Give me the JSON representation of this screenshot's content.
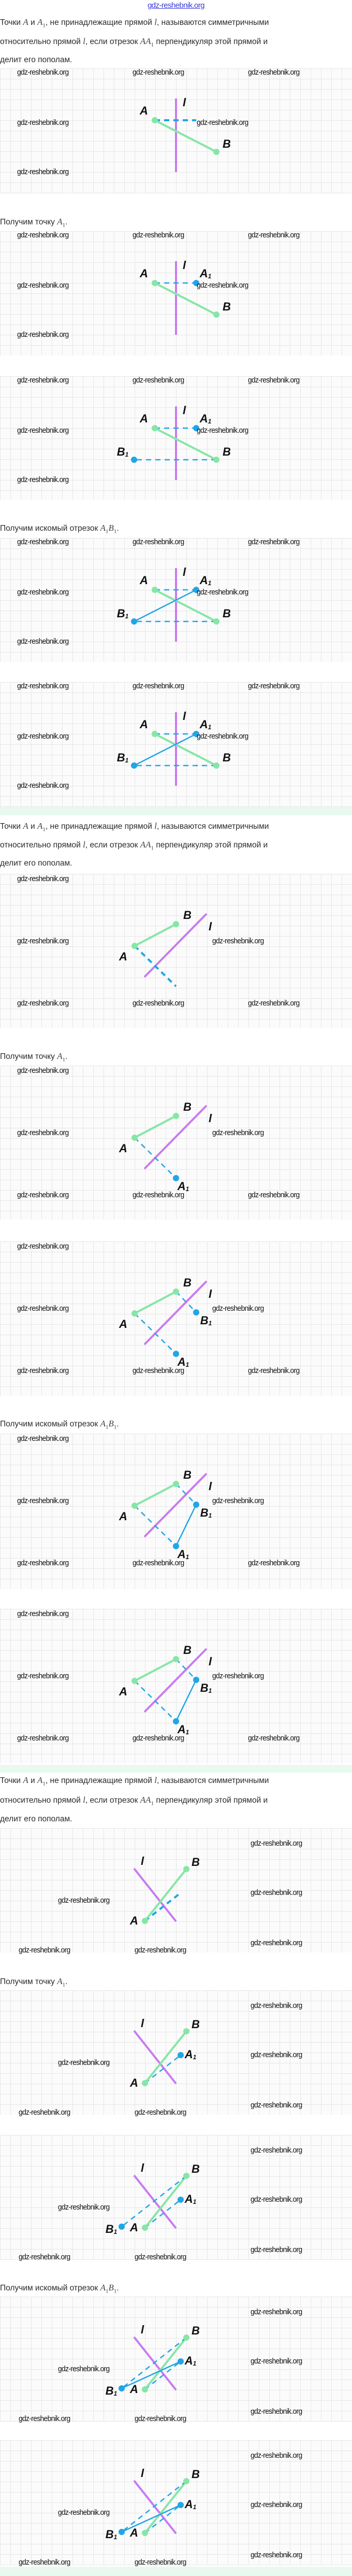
{
  "header": {
    "site": "gdz-reshebnik.org"
  },
  "watermark": "gdz-reshebnik.org",
  "colors": {
    "segment_ab": "#86e6a6",
    "line_l": "#c97bf0",
    "constructed": "#1fa6e6",
    "band": "#e8faef"
  },
  "labels": {
    "A": "A",
    "B": "B",
    "l": "l",
    "sub": "1"
  },
  "definition": [
    [
      {
        "t": "Точки "
      },
      {
        "m": "A"
      },
      {
        "t": " и "
      },
      {
        "m": "A",
        "s": "1"
      },
      {
        "t": ", не принадлежащие прямой "
      },
      {
        "m": "l"
      },
      {
        "t": ", называются симметричными"
      }
    ],
    [
      {
        "t": "относительно прямой "
      },
      {
        "m": "l"
      },
      {
        "t": ", если отрезок "
      },
      {
        "m": "AA",
        "s": "1"
      },
      {
        "t": " перпендикуляр этой прямой и"
      }
    ],
    [
      {
        "t": "делит его пополам."
      }
    ]
  ],
  "step_point": [
    {
      "t": "Получим точку "
    },
    {
      "m": "A",
      "s": "1"
    },
    {
      "t": "."
    }
  ],
  "step_result": [
    {
      "t": "Получим искомый отрезок "
    },
    {
      "m": "A",
      "s": "1"
    },
    {
      "m": "B",
      "s": "1"
    },
    {
      "t": "."
    }
  ]
}
